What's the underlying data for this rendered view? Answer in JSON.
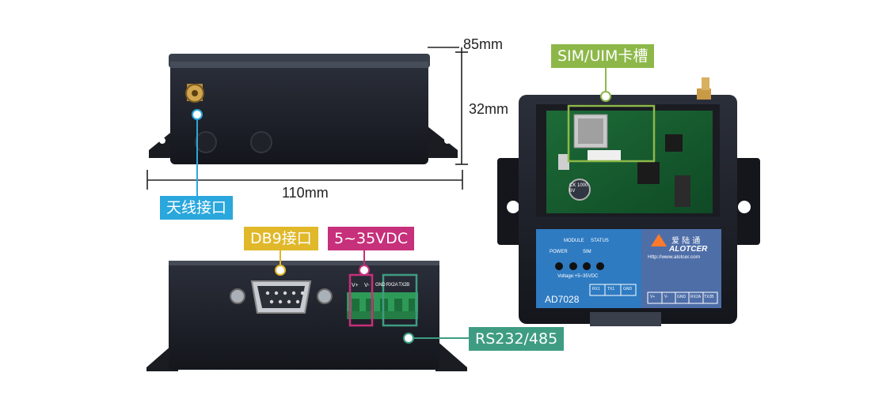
{
  "dimensions": {
    "depth": "85mm",
    "height": "32mm",
    "width": "110mm"
  },
  "labels": {
    "antenna": "天线接口",
    "sim": "SIM/UIM卡槽",
    "db9": "DB9接口",
    "power": "5~35VDC",
    "rs": "RS232/485"
  },
  "colors": {
    "antenna": "#2aa7dc",
    "sim": "#8db849",
    "db9": "#e0b829",
    "power": "#c7307a",
    "rs": "#3e9c82"
  },
  "panel": {
    "module": "MODULE",
    "status": "STATUS",
    "power": "POWER",
    "sim": "SIM",
    "voltage": "Voltage:+5~35VDC",
    "brand_cn": "爱 陆 通",
    "brand": "ALOTCER",
    "url": "Http://www.alotcer.com",
    "model": "AD7028",
    "terminals_left": [
      "RX1",
      "TX1",
      "GND"
    ],
    "terminals_right": [
      "V+",
      "V-",
      "GND",
      "RX2A",
      "TX2B"
    ]
  },
  "front_terminals": {
    "vplus": "V+",
    "vminus": "V-",
    "serial": "GND RX2A TX2B"
  },
  "board": {
    "capacitor": "CK 1000 6V"
  }
}
